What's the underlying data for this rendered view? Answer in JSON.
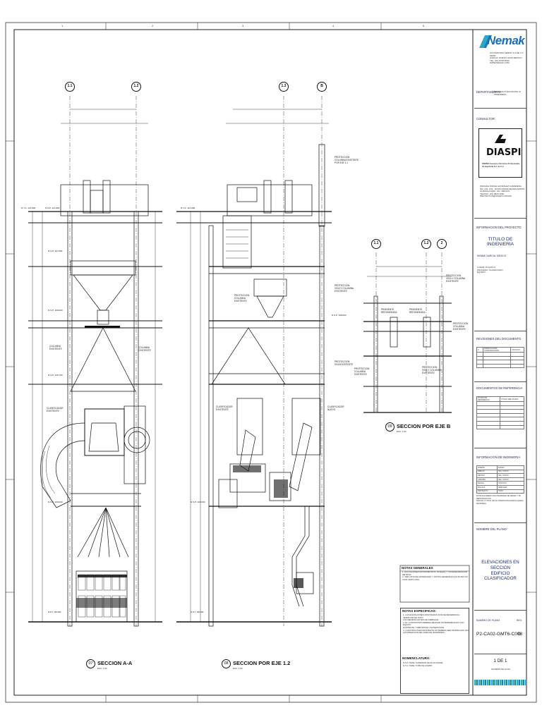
{
  "company": {
    "name": "Nemak",
    "address": "AUTOMOTRIZ NEMAK S.A DE C.V  66000\nGARCIA, NUEVO LEON MEXICO\nTEL. (81) 8748-5000\nWWW.NEMAK.COM",
    "department_label": "DEPARTAMENTO",
    "department_value": "MANUFACTURA DIGITAL E INGENIERIA"
  },
  "consultant": {
    "label": "CONSULTOR:",
    "name": "DIASPI",
    "tagline": "DISEÑO Asesoría y Servicios Profesionales\nde Ingeniería S.A. de C.V.",
    "address": "PRIVADA JORGE GONZALEZ CAMARENA\nNO. 101, COL. SANTA MARIA DE ESCANDON\nGUADALAJARA, JAL. MEXICO\nTEL/FAX: (33) 3826-1660\nPROYECTOS@DIASPI.COM.MX"
  },
  "project": {
    "label": "INFORMACION DEL PROYECTO",
    "title": "TITULO DE INGENIERIA",
    "location": "NEMAK GARCIA, MEXICO",
    "fields": "LUGAR:\t\tPLANTA 3\nPROCESO:\tCLASIFICADO\nEQUIPO:\t\t-"
  },
  "revisions": {
    "label": "REVISIONES DEL DOCUMENTO",
    "rows": [
      [
        "0",
        "EMISION PARA CONSTRUCCION",
        "XX/XX/XX"
      ],
      [
        "",
        "",
        ""
      ],
      [
        "",
        "",
        ""
      ],
      [
        "",
        "",
        ""
      ],
      [
        "",
        "",
        ""
      ]
    ]
  },
  "references": {
    "label": "DOCUMENTOS DE REFERENCIA",
    "rows": [
      [
        "PLANO DE REFERENCIA",
        "TITULO DEL PLANO"
      ],
      [
        "",
        ""
      ],
      [
        "",
        ""
      ],
      [
        "",
        ""
      ],
      [
        "",
        ""
      ],
      [
        "",
        ""
      ],
      [
        "",
        ""
      ],
      [
        "",
        ""
      ]
    ]
  },
  "engineering": {
    "label": "INFORMACION DE INGENIERIA",
    "rows": [
      [
        "DISEÑO",
        "DIASPI"
      ],
      [
        "DIBUJO",
        "ING. XXXXX"
      ],
      [
        "REVISO",
        "ING. XXXXX"
      ],
      [
        "APROBO",
        "ING. XXXXX"
      ],
      [
        "FECHA",
        "XX/XX/XX"
      ],
      [
        "ESCALA",
        "INDICADA"
      ],
      [
        "PROYECTO",
        "XXXX"
      ]
    ],
    "note": "ESTE DOCUMENTO ES PROPIEDAD DE NEMAK Y SU REPRODUCCION\nPARCIAL O TOTAL SIN AUTORIZACION ESCRITA QUEDA PROHIBIDA."
  },
  "drawing": {
    "name_label": "NOMBRE DEL PLANO",
    "title_line1": "ELEVACIONES EN",
    "title_line2": "SECCION",
    "title_line3": "EDIFICIO CLASIFICADOR",
    "number_label": "NUMERO DE PLANO",
    "rev_label": "REV.",
    "number": "P2-CA02-GMT6-C008",
    "rev": "0",
    "sheet": "1 DE 1",
    "sheet_label": "NUMERO DE HOJA"
  },
  "notes_general": {
    "title": "NOTAS GENERALES",
    "body": "1. ACOTACIONES EN MILIMETROS, NIVELES Y COORDENADAS EN METROS.\n2. VER LISTA DE MATERIALES Y NOTAS GENERALES EN PLANO P2-CA02-GMT6-C001."
  },
  "notes_specific": {
    "title": "NOTAS ESPECIFICAS:",
    "body": "1. LAS ELEVACIONES MOSTRADAS SON DE REFERENCIA, VERIFICAR EN SITIO\n   LAS MEDIDAS ANTES DE FABRICAR.\n2. EL CONTRATISTA DEBERA REVISAR INTERFERENCIAS CON EQUIPO\n   EXISTENTE Y REPORTAR A SUPERVISION.\n3. LA ESTRUCTURA EXISTENTE NO DEBERA SER MODIFICADA SIN\n   AUTORIZACION DEL AREA DE INGENIERIA.",
    "nomen_title": "NOMENCLATURA:",
    "nomen_body": "N.S.P.  NIVEL SUPERIOR DE PLACA BASE\nN.T.A.  NIVEL TOPE DE ACERO"
  },
  "sections": [
    {
      "num": "07",
      "title": "SECCION A-A",
      "sub": "ESC. 1:50"
    },
    {
      "num": "08",
      "title": "SECCION POR EJE 1.2",
      "sub": "ESC. 1:50"
    },
    {
      "num": "09",
      "title": "SECCION POR EJE B",
      "sub": "ESC. 1:50"
    }
  ],
  "axes": {
    "s1": [
      "1.1",
      "1.2"
    ],
    "s2": [
      "1.3",
      "B"
    ],
    "s3": [
      "1.1",
      "1.2",
      "2"
    ]
  },
  "grid_numbers": [
    "1",
    "2",
    "3",
    "4",
    "5"
  ],
  "annotations": [
    {
      "id": "col1",
      "text": "COLUMNA\nEXISTENTE"
    },
    {
      "id": "col2",
      "text": "COLUMNA\nEXISTENTE"
    },
    {
      "id": "clas1",
      "text": "CLASIFICADOR\nEXISTENTE"
    },
    {
      "id": "prot1",
      "text": "PROTECCION\nCOLUMNA EXISTENTE\nPOR EJE 1.1"
    },
    {
      "id": "prot2",
      "text": "PROTECCION\nVIGA Y COLUMNA\nEXISTENTE"
    },
    {
      "id": "prot3",
      "text": "PROTECCION\nVIGA EXISTENTE"
    },
    {
      "id": "prot4",
      "text": "PROTECCION\nCOLUMNA\nEXISTENTE"
    },
    {
      "id": "clas2",
      "text": "CLASIFICADOR\nEXISTENTE"
    },
    {
      "id": "clas3",
      "text": "CLASIFICADOR\nNUEVO"
    },
    {
      "id": "prot5",
      "text": "PROTECCION\nVIGA Y COLUMNA\nEXISTENTE"
    },
    {
      "id": "pend1",
      "text": "PENDIENTE\nREDONDEADA"
    },
    {
      "id": "pend2",
      "text": "PENDIENTE\nREDONDEADA"
    },
    {
      "id": "prot6",
      "text": "PROTECCION\nCOLUMNA\nEXISTENTE"
    },
    {
      "id": "prot7",
      "text": "PROTECCION\nVIGA Y COLUMNA\nEXISTENTE"
    },
    {
      "id": "prot8",
      "text": "PROTECCION\nCOLUMNA\nEXISTENTE"
    }
  ],
  "levels": [
    "N.T.A. 113.800",
    "N.S.P. 113.800",
    "N.S.P. 110.500",
    "N.S.P. 108.000",
    "N.S.P. 105.700",
    "N.S.P. 100.000",
    "N.P.T. 98.600"
  ],
  "colors": {
    "brand": "#1c6db5",
    "line": "#111111",
    "frame": "#333333"
  }
}
